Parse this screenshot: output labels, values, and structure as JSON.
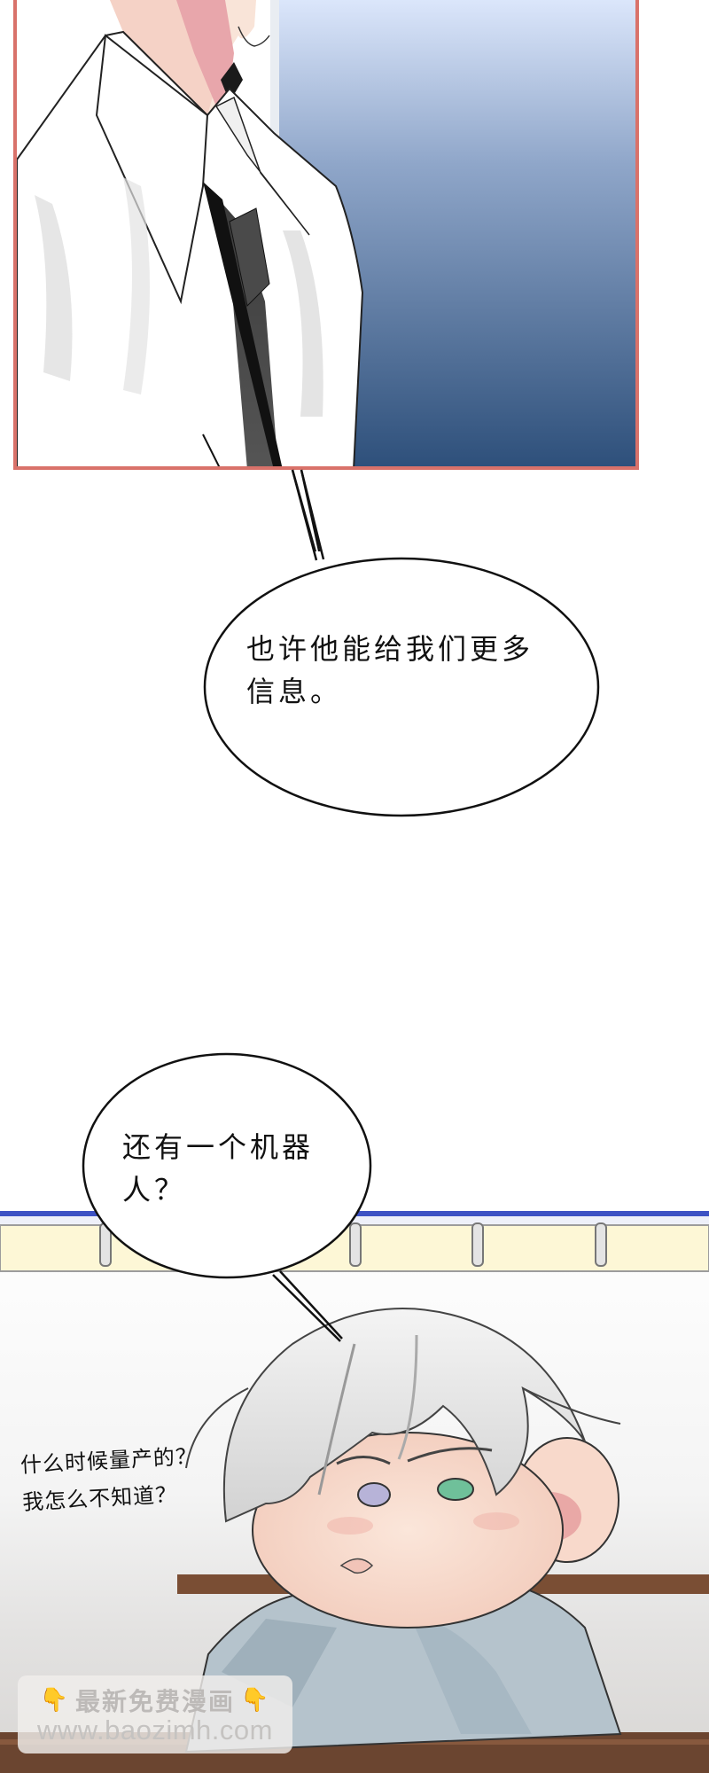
{
  "page": {
    "type": "manhua-strip",
    "background": "#ffffff"
  },
  "panels": [
    {
      "id": "panel-1",
      "description": "Close-up of a man's neck and collar in a white shirt with loosened dark tie, blue window background",
      "border_color": "#d9726a",
      "window_gradient": [
        "#dbe6fb",
        "#2d4f7a"
      ]
    },
    {
      "id": "panel-2",
      "description": "Chibi white-haired character with mismatched purple and green eyes and mouse ears, frowning, leaning on a wooden desk",
      "rail_color": "#fdf7d6",
      "rail_top_line": "#3d52c4"
    }
  ],
  "dialogue": [
    {
      "id": "bubble-1",
      "lines": [
        "也许他能给我们更多",
        "信息。"
      ]
    },
    {
      "id": "bubble-2",
      "lines": [
        "还有一个机器",
        "人？"
      ]
    },
    {
      "id": "aside-1",
      "lines": [
        "什么时候量产的？",
        "我怎么不知道？"
      ]
    }
  ],
  "watermark": {
    "line1": "最新免费漫画",
    "line2": "www.baozimh.com",
    "left_icon": "pointing-down-hand-icon",
    "right_icon": "pointing-down-hand-icon",
    "hand_glyph": "👇"
  }
}
